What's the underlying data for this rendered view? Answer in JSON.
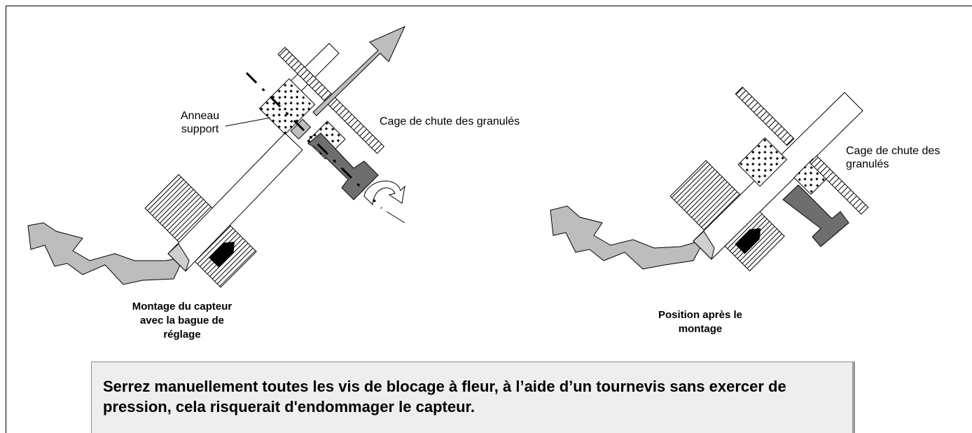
{
  "figure": {
    "left": {
      "label_ring": "Anneau\nsupport",
      "label_cage": "Cage de chute des granulés",
      "caption": "Montage du capteur\navec la bague de\nréglage"
    },
    "right": {
      "label_cage": "Cage de chute des\ngranulés",
      "caption": "Position après le\nmontage"
    }
  },
  "note": {
    "text": "Serrez manuellement toutes les vis de blocage à fleur, à l’aide d’un tournevis sans exercer de pression, cela risquerait d'endommager le capteur."
  },
  "colors": {
    "part_fill": "#bdbdbd",
    "dark_part": "#6e6e6e",
    "note_bg": "#eeeeee"
  }
}
